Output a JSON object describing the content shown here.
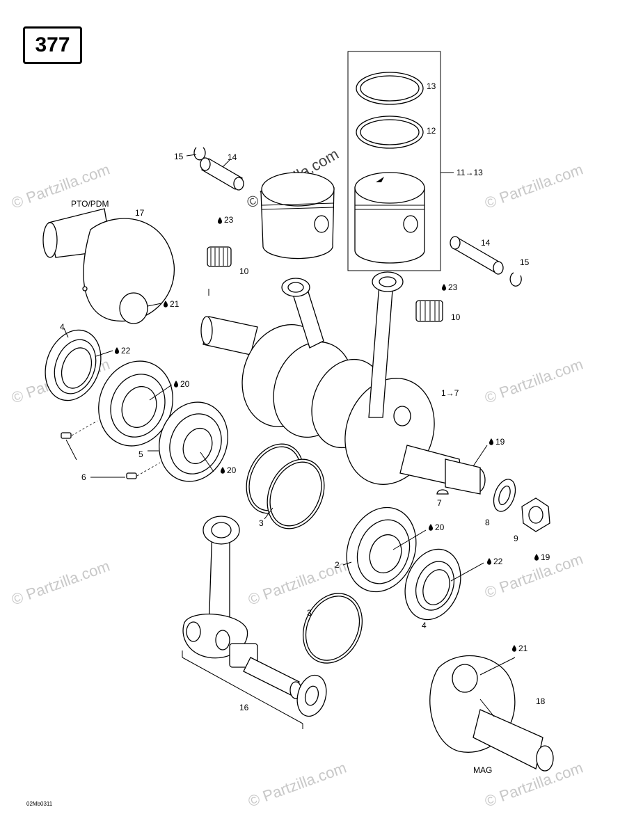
{
  "page_number": "377",
  "diagram_code": "02Mb0311",
  "watermark": "© Partzilla.com",
  "side_labels": {
    "pto": "PTO/PDM",
    "mag": "MAG"
  },
  "callouts": {
    "c1_7": "1→7",
    "c2": "2",
    "c3a": "3",
    "c3b": "3",
    "c4a": "4",
    "c4b": "4",
    "c5": "5",
    "c6": "6",
    "c7": "7",
    "c8": "8",
    "c9": "9",
    "c10a": "10",
    "c10b": "10",
    "c11_13": "11→13",
    "c12": "12",
    "c13": "13",
    "c14a": "14",
    "c14b": "14",
    "c15a": "15",
    "c15b": "15",
    "c16": "16",
    "c17": "17",
    "c18": "18",
    "c19a": "19",
    "c19b": "19",
    "c20a": "20",
    "c20b": "20",
    "c20c": "20",
    "c21a": "21",
    "c21b": "21",
    "c22a": "22",
    "c22b": "22",
    "c23a": "23",
    "c23b": "23"
  },
  "icons": {
    "lubricant": "oil-drop-icon"
  }
}
